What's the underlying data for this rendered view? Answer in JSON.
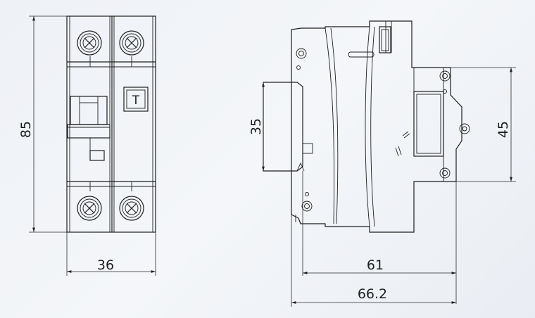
{
  "front_view": {
    "height_dim": "85",
    "width_dim": "36",
    "test_button_label": "T"
  },
  "side_view": {
    "rail_dim": "35",
    "face_dim": "45",
    "depth_dim": "61",
    "total_depth_dim": "66.2"
  }
}
